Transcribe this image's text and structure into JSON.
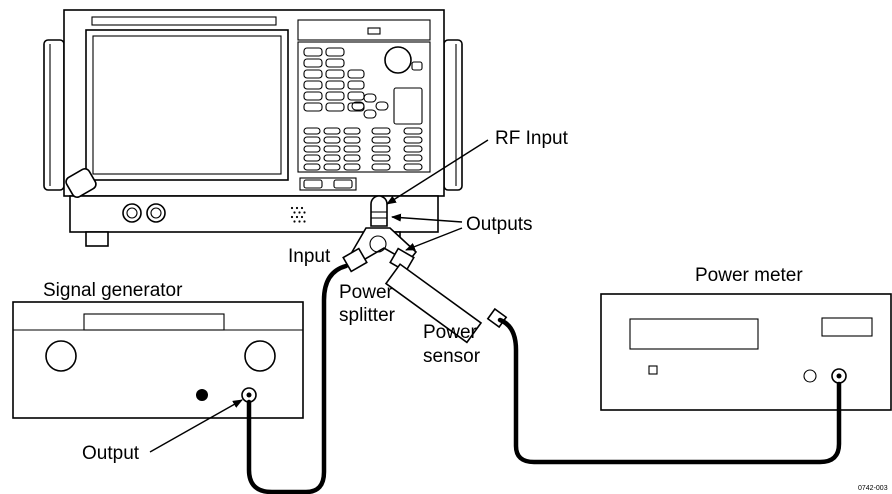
{
  "labels": {
    "rf_input": "RF Input",
    "outputs": "Outputs",
    "input": "Input",
    "signal_generator": "Signal generator",
    "power_splitter_line1": "Power",
    "power_splitter_line2": "splitter",
    "power_sensor_line1": "Power",
    "power_sensor_line2": "sensor",
    "power_meter": "Power meter",
    "output": "Output"
  },
  "figure_number": "0742-003"
}
